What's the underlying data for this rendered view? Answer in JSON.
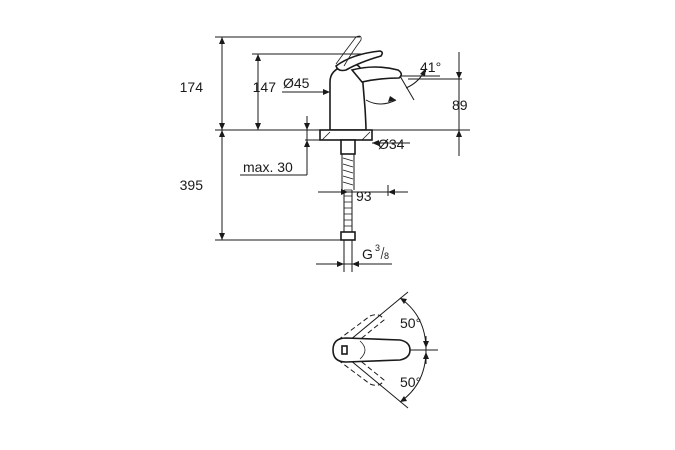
{
  "dimensions": {
    "height_total": "174",
    "height_spout": "147",
    "body_diameter": "Ø45",
    "angle_spout": "41°",
    "spout_height": "89",
    "base_diameter": "Ø34",
    "max_thickness": "max. 30",
    "below_deck": "395",
    "projection": "93",
    "thread_letter": "G",
    "thread_num": "3",
    "thread_den": "8"
  },
  "rotation": {
    "angle_up": "50°",
    "angle_down": "50°"
  }
}
